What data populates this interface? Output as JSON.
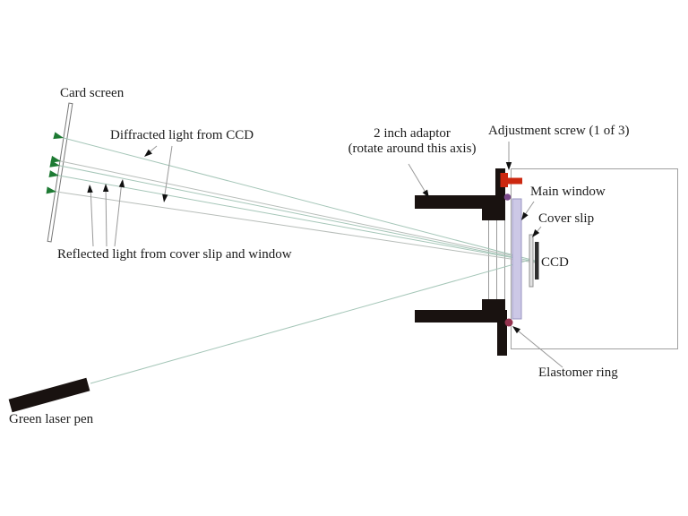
{
  "labels": {
    "card_screen": "Card screen",
    "diffracted_light": "Diffracted light from CCD",
    "reflected_light": "Reflected light from cover slip and window",
    "green_laser_pen": "Green laser pen",
    "adaptor_line1": "2 inch adaptor",
    "adaptor_line2": "(rotate around this axis)",
    "adjustment_screw": "Adjustment screw (1 of 3)",
    "main_window": "Main window",
    "cover_slip": "Cover slip",
    "ccd": "CCD",
    "elastomer_ring": "Elastomer ring"
  },
  "colors": {
    "screw_red": "#cc2810",
    "elastomer_ring_maroon": "#943450",
    "oring_purple": "#7a4a8a",
    "main_window_lavender": "#ccc8e6",
    "cover_slip_gray": "#e2e2e2",
    "ccd_dark": "#2e2e2e",
    "beam_teal": "#a5c6b8",
    "beam_gray": "#b7bdb9",
    "arrow_green": "#1d7a33",
    "metal_black": "#191210",
    "outline_gray": "#a0a0a0"
  }
}
